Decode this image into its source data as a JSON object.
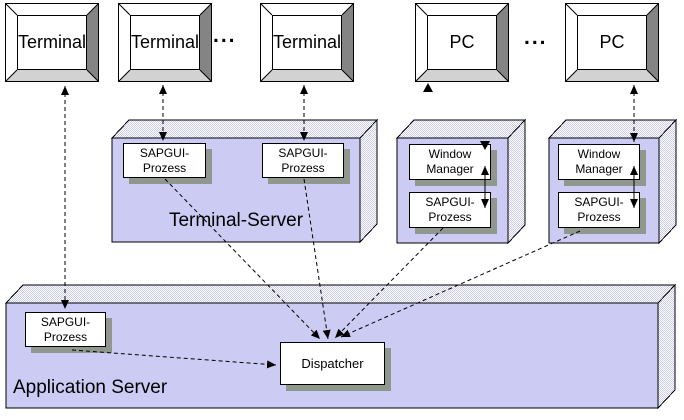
{
  "labels": {
    "terminal_server": "Terminal-Server",
    "application_server": "Application Server",
    "ellipsis": "..."
  },
  "monitors": [
    {
      "label": "Terminal"
    },
    {
      "label": "Terminal"
    },
    {
      "label": "Terminal"
    },
    {
      "label": "PC"
    },
    {
      "label": "PC"
    }
  ],
  "process_boxes": {
    "ts_sapgui_1": {
      "line1": "SAPGUI-",
      "line2": "Prozess"
    },
    "ts_sapgui_2": {
      "line1": "SAPGUI-",
      "line2": "Prozess"
    },
    "pc1_window_manager": {
      "line1": "Window",
      "line2": "Manager"
    },
    "pc1_sapgui": {
      "line1": "SAPGUI-",
      "line2": "Prozess"
    },
    "pc2_window_manager": {
      "line1": "Window",
      "line2": "Manager"
    },
    "pc2_sapgui": {
      "line1": "SAPGUI-",
      "line2": "Prozess"
    },
    "as_sapgui": {
      "line1": "SAPGUI-",
      "line2": "Prozess"
    },
    "dispatcher": {
      "line1": "Dispatcher"
    }
  },
  "colors": {
    "face": "#cbcbf3",
    "face_light": "#e2e2f7",
    "shadow": "#8f978f",
    "bevel_dark": "#848484",
    "bevel_light": "#d2d2d2",
    "line": "#000000"
  },
  "connections": [
    {
      "from": "monitor-terminal-1",
      "to": "as-sapgui",
      "style": "dashed",
      "arrowheads": "both"
    },
    {
      "from": "monitor-terminal-2",
      "to": "ts-sapgui-1",
      "style": "dashed",
      "arrowheads": "both"
    },
    {
      "from": "monitor-terminal-3",
      "to": "ts-sapgui-2",
      "style": "dashed",
      "arrowheads": "both"
    },
    {
      "from": "monitor-pc-1",
      "to": "pc1-window-manager",
      "style": "dashed",
      "arrowheads": "both"
    },
    {
      "from": "monitor-pc-2",
      "to": "pc2-window-manager",
      "style": "dashed",
      "arrowheads": "both"
    },
    {
      "from": "pc1-window-manager",
      "to": "pc1-sapgui",
      "style": "solid",
      "arrowheads": "both"
    },
    {
      "from": "pc2-window-manager",
      "to": "pc2-sapgui",
      "style": "solid",
      "arrowheads": "both"
    },
    {
      "from": "ts-sapgui-1",
      "to": "dispatcher",
      "style": "dashed",
      "arrowheads": "end"
    },
    {
      "from": "ts-sapgui-2",
      "to": "dispatcher",
      "style": "dashed",
      "arrowheads": "end"
    },
    {
      "from": "pc1-sapgui",
      "to": "dispatcher",
      "style": "dashed",
      "arrowheads": "end"
    },
    {
      "from": "pc2-sapgui",
      "to": "dispatcher",
      "style": "dashed",
      "arrowheads": "end"
    },
    {
      "from": "as-sapgui",
      "to": "dispatcher",
      "style": "dashed",
      "arrowheads": "end"
    }
  ]
}
